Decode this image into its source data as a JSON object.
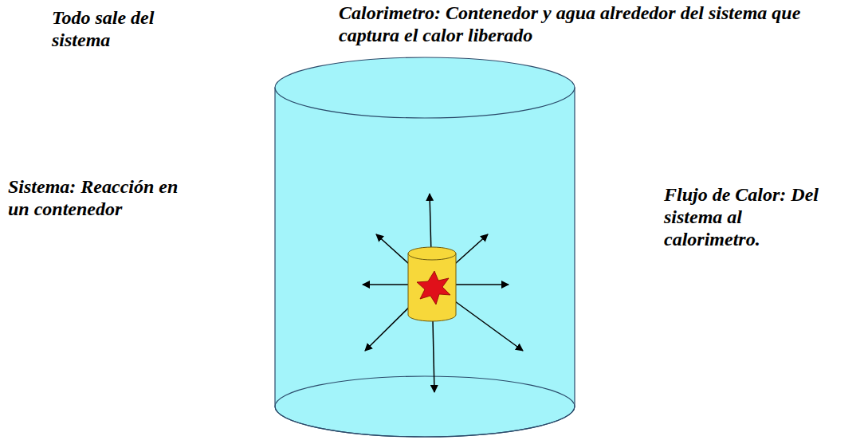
{
  "diagram": {
    "labels": [
      "Todo sale del sistema",
      "Calorimetro: Contenedor y agua alrededor del sistema que captura el calor liberado",
      "Sistema: Reacción en un contenedor",
      "Flujo de Calor: Del sistema al calorimetro."
    ]
  }
}
